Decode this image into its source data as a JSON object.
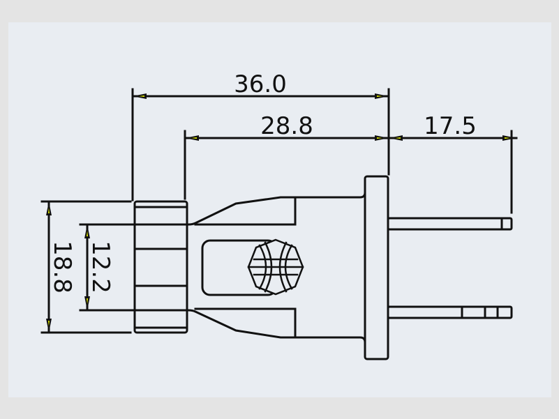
{
  "drawing": {
    "title": "Plug dimension drawing",
    "dimensions": {
      "overall_length": "36.0",
      "body_length": "28.8",
      "pin_length": "17.5",
      "nut_height": "18.8",
      "neck_height": "12.2"
    },
    "colors": {
      "panel": "#e9edf2",
      "line": "#111111",
      "arrow_fill": "#e6f000"
    }
  }
}
